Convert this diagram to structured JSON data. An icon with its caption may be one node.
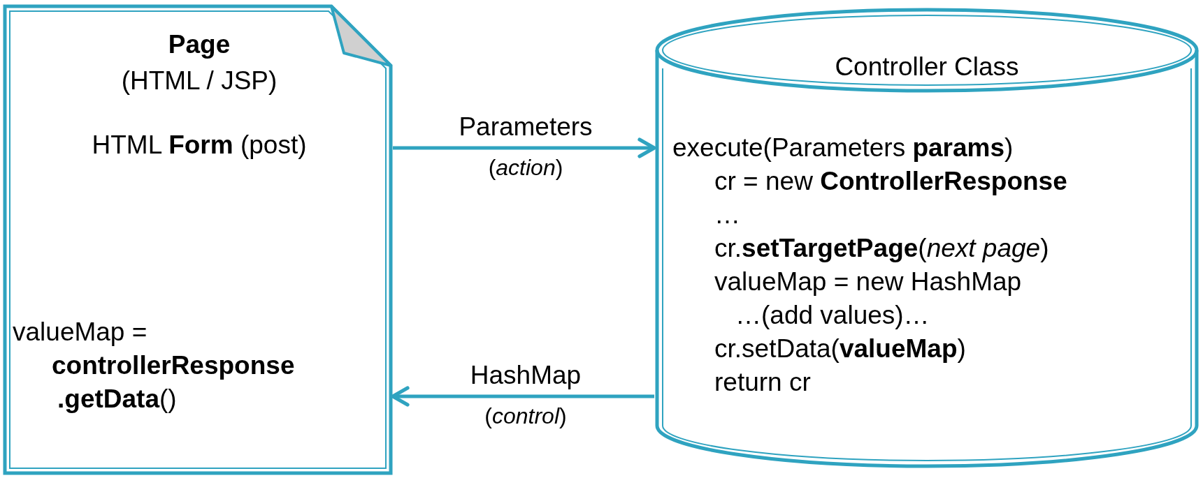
{
  "diagram": {
    "nodes": [
      {
        "text": [
          "Page",
          "(HTML / JSP)",
          "HTML **Form** (post)",
          "valueMap =",
          "**controllerResponse**",
          "**.getData**()"
        ]
      },
      {
        "text": [
          "Controller Class",
          "execute(Parameters **params**)",
          "cr = new **ControllerResponse**",
          "…",
          "cr.**setTargetPage**(*next page*)",
          "valueMap = new HashMap",
          "…(add values)…",
          "cr.setData(**valueMap**)",
          "return cr"
        ]
      }
    ],
    "edges": [
      {
        "from": 0,
        "to": 1,
        "arrow": "to",
        "label": "Parameters"
      },
      {
        "from": 1,
        "to": 0,
        "arrow": "to",
        "label": "HashMap"
      }
    ],
    "labels": [
      "(*action*)",
      "(*control*)"
    ]
  }
}
